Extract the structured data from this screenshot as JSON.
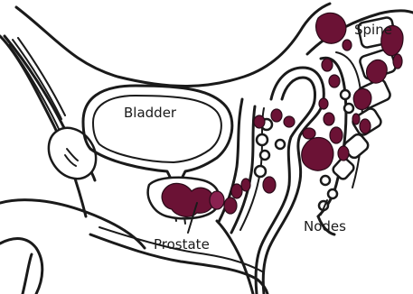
{
  "labels": {
    "bladder": "Bladder",
    "prostate": "Prostate",
    "nodes": "Nodes",
    "spine": "Spine"
  },
  "colors": {
    "lesion": "#6b1235",
    "lesion_light": "#8a2150",
    "outline": "#1a1a1a",
    "background": "#ffffff"
  }
}
